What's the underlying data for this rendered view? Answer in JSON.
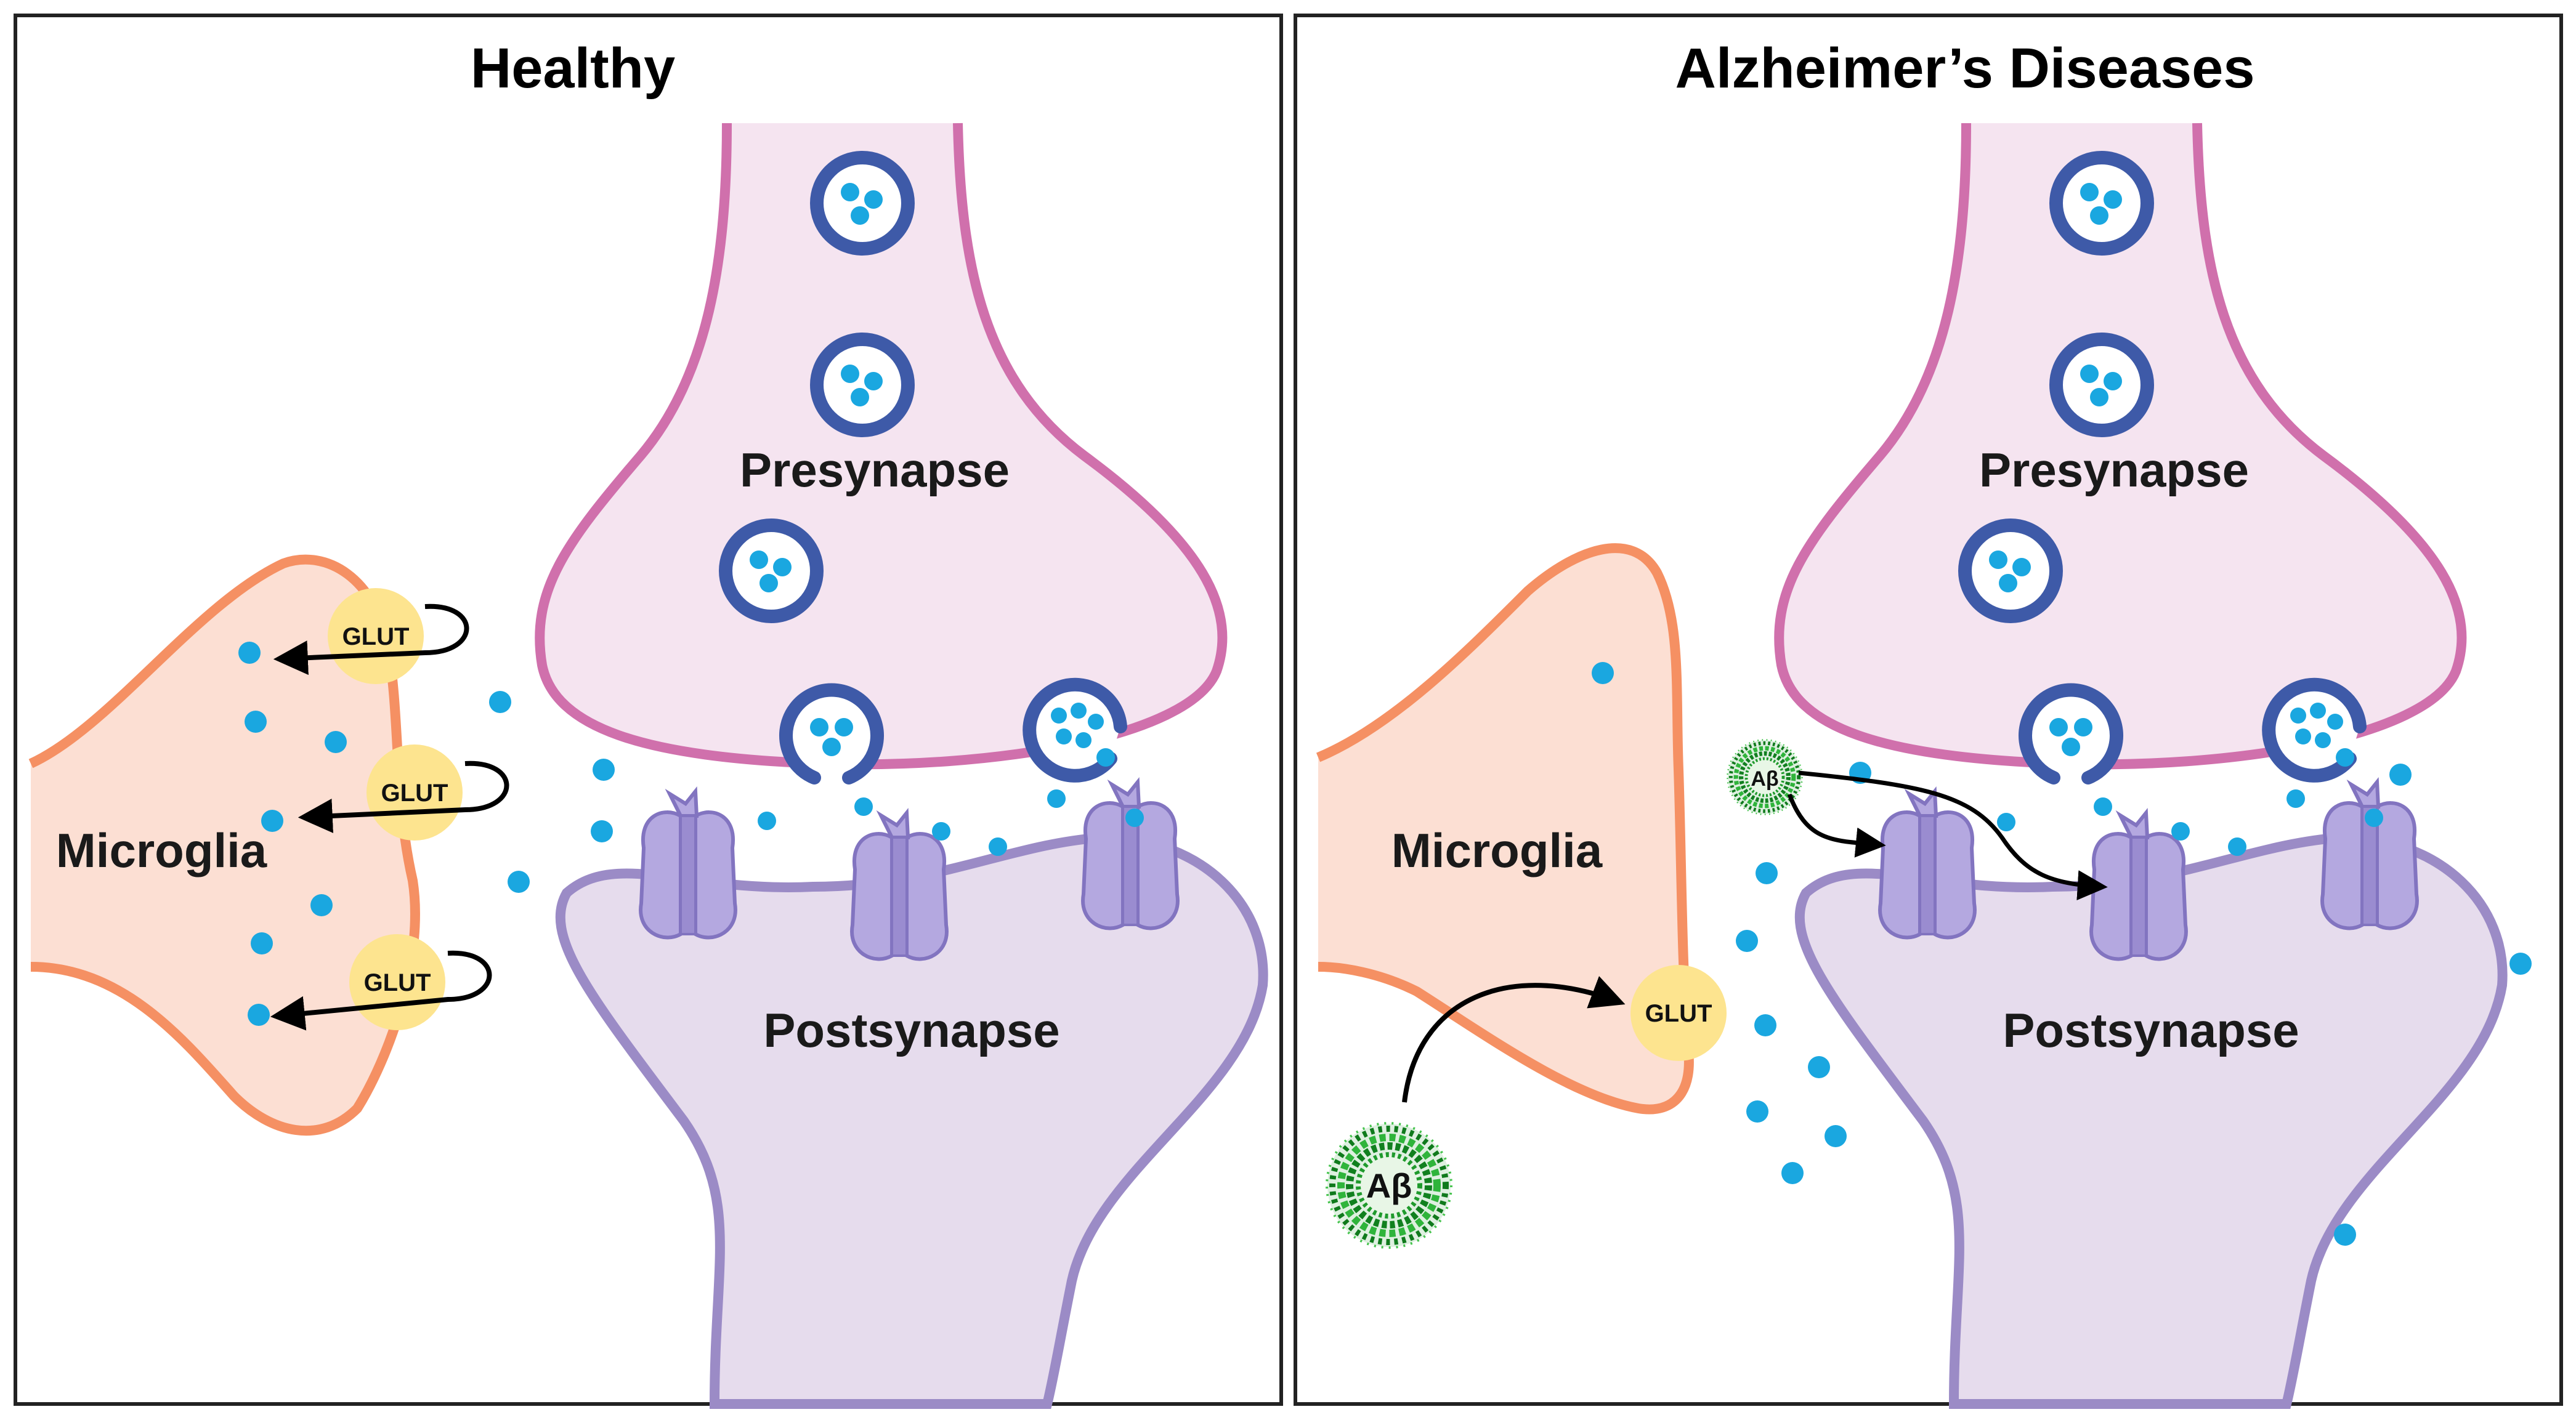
{
  "panels": [
    {
      "title": "Healthy",
      "presynapse_label": "Presynapse",
      "postsynapse_label": "Postsynapse",
      "microglia_label": "Microglia",
      "glut_labels": [
        "GLUT",
        "GLUT",
        "GLUT"
      ],
      "abeta_labels": []
    },
    {
      "title": "Alzheimer’s Diseases",
      "presynapse_label": "Presynapse",
      "postsynapse_label": "Postsynapse",
      "microglia_label": "Microglia",
      "glut_labels": [
        "GLUT"
      ],
      "abeta_labels": [
        "Aβ",
        "Aβ"
      ]
    }
  ],
  "colors": {
    "presynapse_fill": "#f5e4f0",
    "presynapse_stroke": "#d070ac",
    "postsynapse_fill": "#e6dced",
    "postsynapse_stroke": "#9b8bc6",
    "microglia_fill": "#fcdfd3",
    "microglia_stroke": "#f59063",
    "vesicle_stroke": "#3e5aa8",
    "glutamate_dot": "#1aa7e0",
    "glut_fill": "#fde48f",
    "receptor_fill": "#b4a8e0",
    "receptor_stroke": "#8274c0",
    "amyloid_green": "#1f9a2c",
    "panel_border": "#222222"
  },
  "icons": [
    "synaptic-vesicle-icon",
    "glutamate-receptor-icon",
    "glutamate-transporter-icon",
    "amyloid-beta-aggregate-icon",
    "glutamate-molecule-icon"
  ]
}
